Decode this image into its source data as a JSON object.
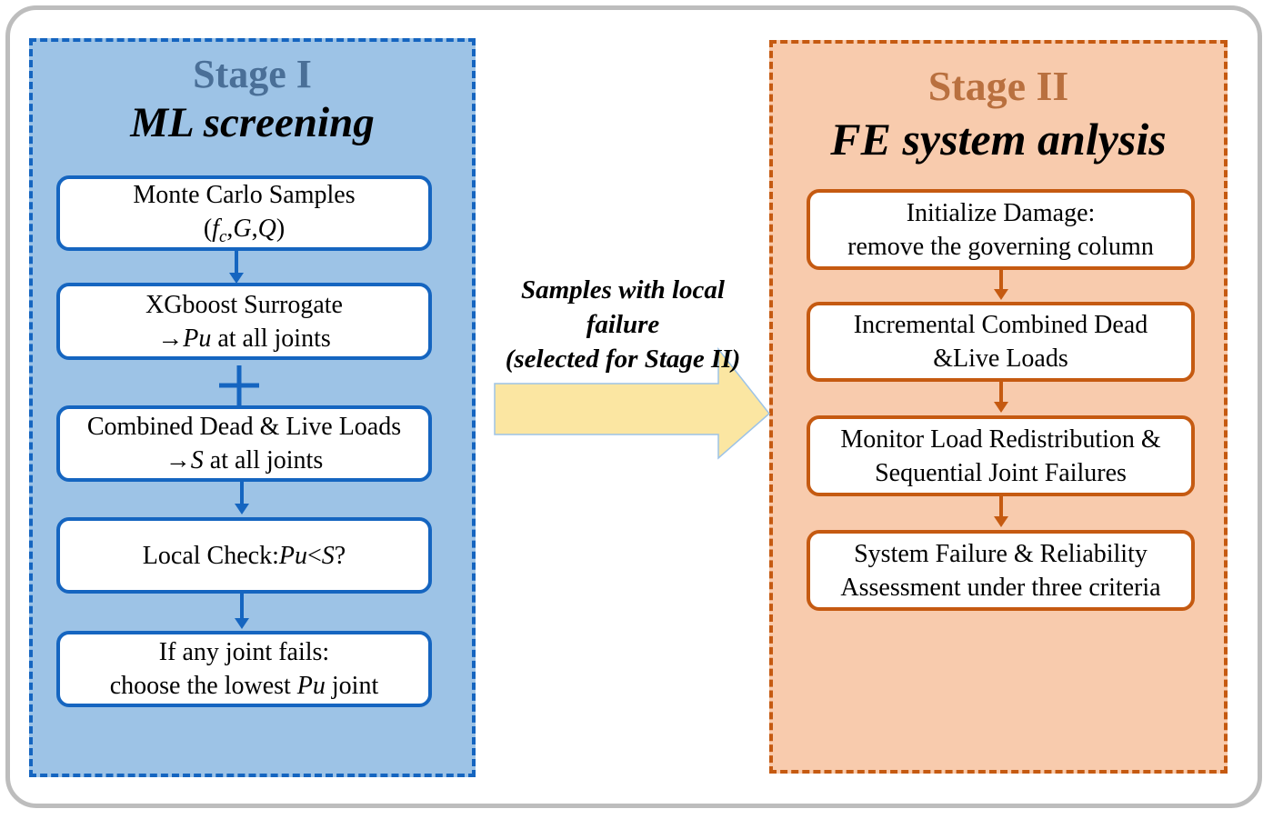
{
  "stage1": {
    "title": "Stage I",
    "subtitle": "ML screening",
    "box1": {
      "line1": "Monte Carlo Samples",
      "p_open": "(",
      "f": "f",
      "f_sub": "c",
      "comma1": ",",
      "g": "G",
      "comma2": ",",
      "q": "Q",
      "p_close": ")"
    },
    "box2": {
      "line1": "XGboost Surrogate",
      "arrow": "→",
      "var": "Pu",
      "rest": " at all joints"
    },
    "box3": {
      "line1": "Combined Dead & Live Loads",
      "arrow": "→",
      "var": "S",
      "rest": " at all joints"
    },
    "box4": {
      "prefix": "Local Check:",
      "var1": "Pu",
      "op": "<",
      "var2": "S",
      "suffix": "?"
    },
    "box5": {
      "line1": "If any joint fails:",
      "pre": "choose the lowest ",
      "var": "Pu",
      "post": " joint"
    }
  },
  "middle": {
    "label_line1": "Samples with local",
    "label_line2": "failure",
    "label_line3": "(selected for Stage II)"
  },
  "stage2": {
    "title": "Stage II",
    "subtitle": "FE system anlysis",
    "box1": {
      "line1": "Initialize Damage:",
      "line2": "remove the governing column"
    },
    "box2": {
      "line1": "Incremental Combined Dead",
      "line2": "&Live Loads"
    },
    "box3": {
      "line1": "Monitor Load Redistribution &",
      "line2": "Sequential Joint Failures"
    },
    "box4": {
      "line1": "System Failure & Reliability",
      "line2": "Assessment under three criteria"
    }
  },
  "colors": {
    "stage1_fill": "#9dc3e6",
    "stage1_border": "#1565c0",
    "stage2_fill": "#f8cbad",
    "stage2_border": "#c55a11",
    "big_arrow_fill": "#fbe6a2",
    "big_arrow_stroke": "#9dc3e6"
  }
}
